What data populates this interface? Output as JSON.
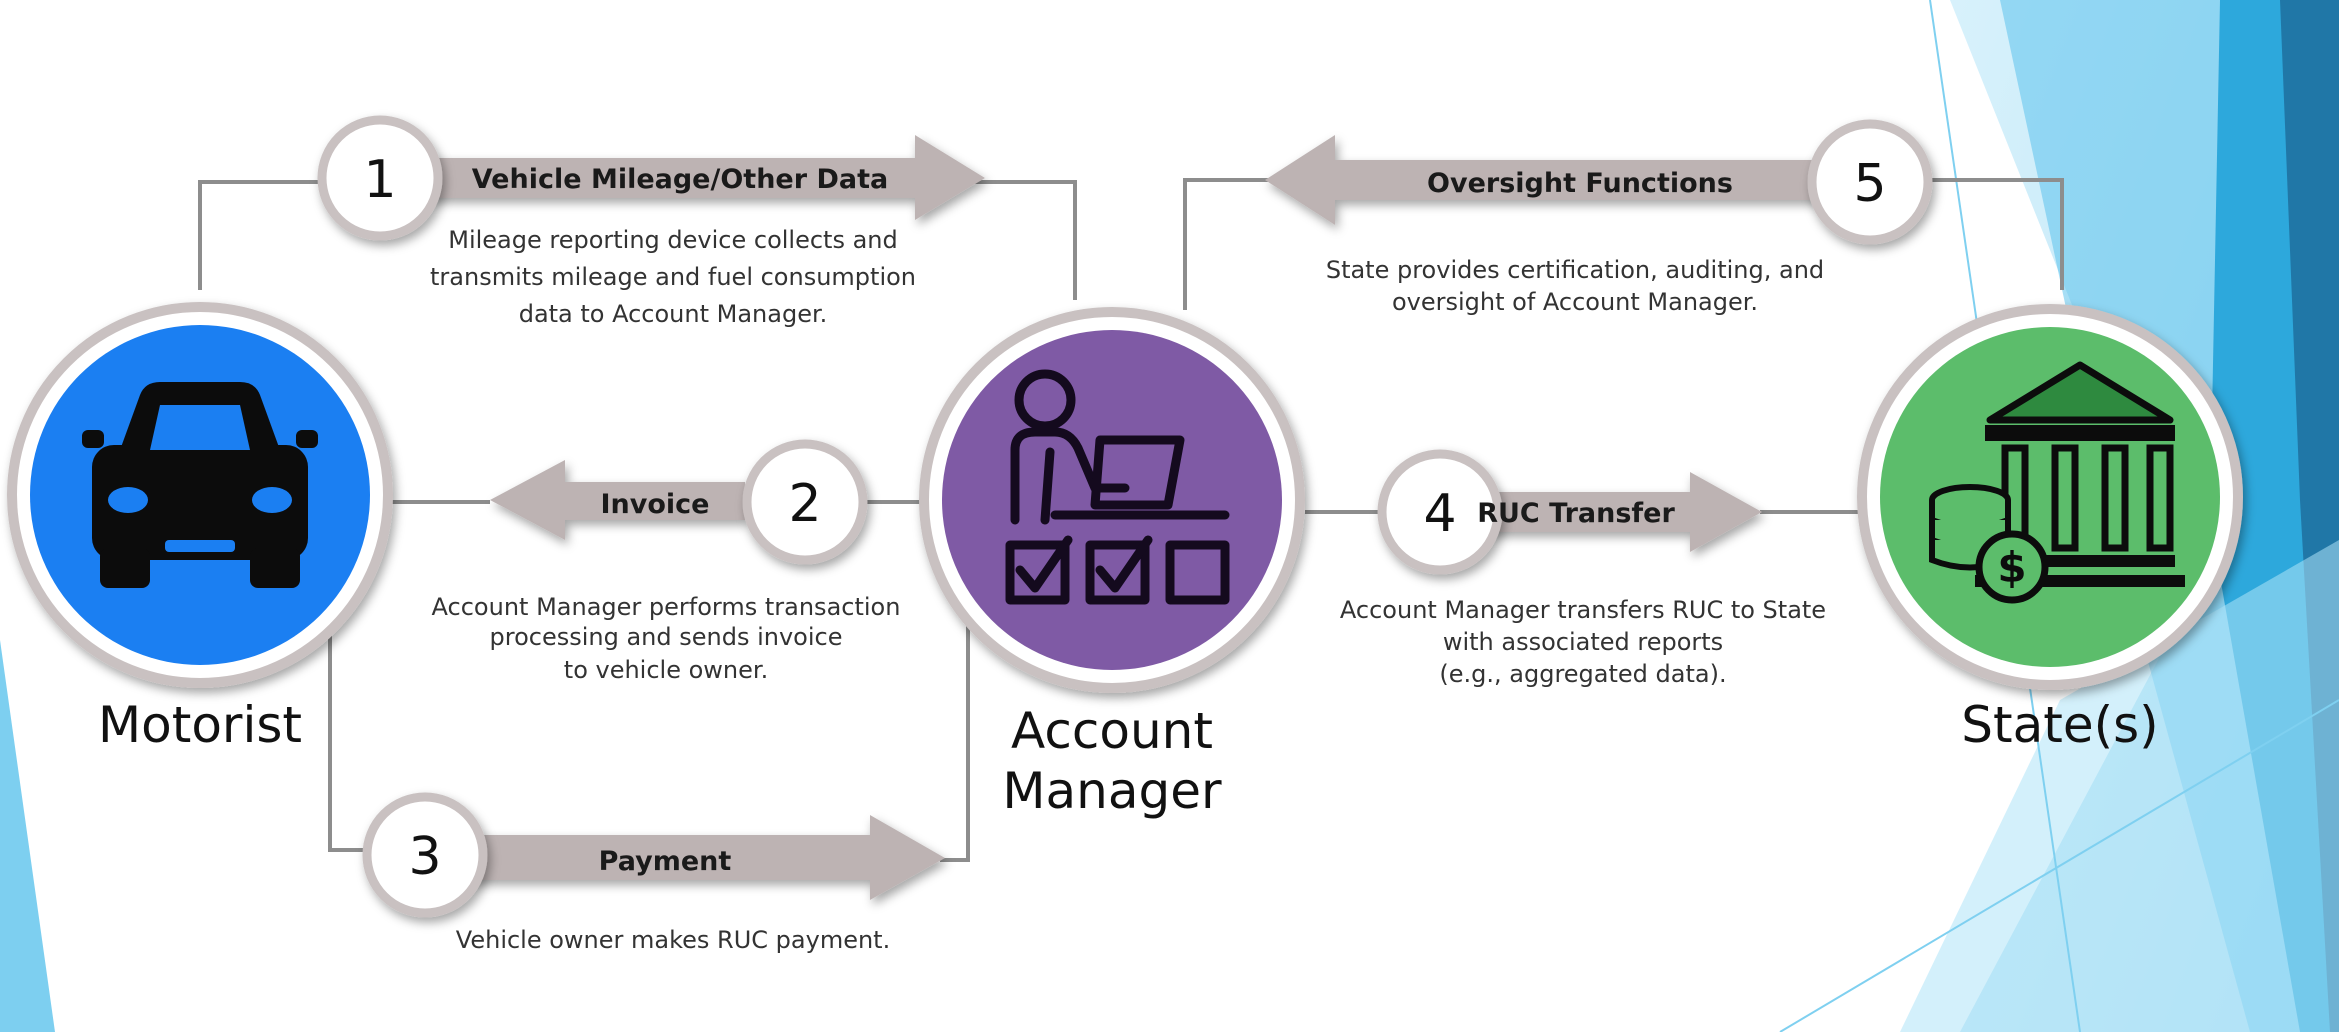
{
  "colors": {
    "motorist": "#1b7ff2",
    "account_manager": "#7f5aa5",
    "state": "#5cbd6b",
    "arrow": "#bdb3b3",
    "connector": "#8d8d8d",
    "accent_blue": "#3fb1e5"
  },
  "actors": {
    "motorist": {
      "label": "Motorist",
      "icon": "car-icon"
    },
    "account_manager": {
      "label_line1": "Account",
      "label_line2": "Manager",
      "icon": "person-at-desk-icon"
    },
    "state": {
      "label": "State(s)",
      "icon": "bank-building-icon"
    }
  },
  "steps": [
    {
      "number": "1",
      "title": "Vehicle Mileage/Other Data",
      "desc": [
        "Mileage reporting device collects and",
        "transmits mileage and fuel consumption",
        "data to Account Manager."
      ]
    },
    {
      "number": "2",
      "title": "Invoice",
      "desc": [
        "Account Manager performs transaction",
        "processing and sends invoice",
        "to vehicle owner."
      ]
    },
    {
      "number": "3",
      "title": "Payment",
      "desc": [
        "Vehicle owner makes RUC payment."
      ]
    },
    {
      "number": "4",
      "title": "RUC Transfer",
      "desc": [
        "Account Manager transfers RUC to State",
        "with associated reports",
        "(e.g., aggregated data)."
      ]
    },
    {
      "number": "5",
      "title": "Oversight Functions",
      "desc": [
        "State provides certification, auditing, and",
        "oversight of Account Manager."
      ]
    }
  ]
}
